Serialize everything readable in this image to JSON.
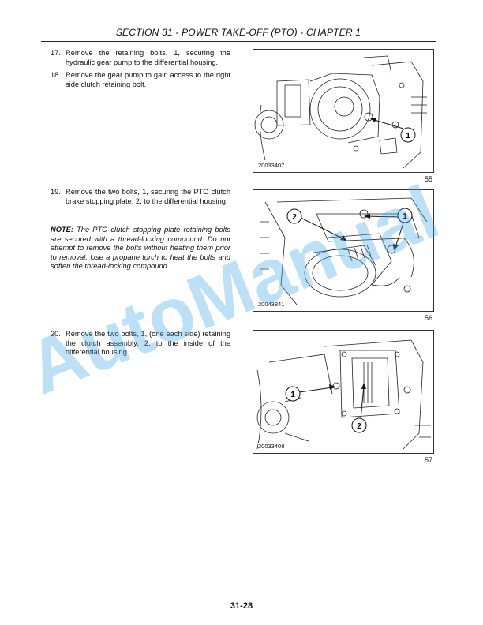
{
  "header": {
    "title": "SECTION 31 - POWER TAKE-OFF (PTO) - CHAPTER 1"
  },
  "steps": [
    {
      "num": "17.",
      "text": "Remove the retaining bolts, 1, securing the hydraulic gear pump to the differential housing."
    },
    {
      "num": "18.",
      "text": "Remove the gear pump to gain access to the right side clutch retaining bolt."
    },
    {
      "num": "19.",
      "text": "Remove the two bolts, 1, securing the PTO clutch brake stopping plate, 2, to the differential housing."
    },
    {
      "num": "20.",
      "text": "Remove the two bolts, 1, (one each side) retaining the clutch assembly, 2, to the inside of the differential housing."
    }
  ],
  "note": {
    "label": "NOTE:",
    "text": " The PTO clutch stopping plate retaining bolts are secured with a thread-locking compound. Do not attempt to remove the bolts without heating them prior to removal. Use a propane torch to heat the bolts and soften the thread-locking compound."
  },
  "figures": [
    {
      "code": "20033407",
      "number": "55",
      "callouts": [
        "1"
      ]
    },
    {
      "code": "20043841",
      "number": "56",
      "callouts": [
        "2",
        "1"
      ]
    },
    {
      "code": "20033408",
      "number": "57",
      "callouts": [
        "1",
        "2"
      ]
    }
  ],
  "watermark": "AutoManual",
  "footer": {
    "page": "31-28"
  }
}
